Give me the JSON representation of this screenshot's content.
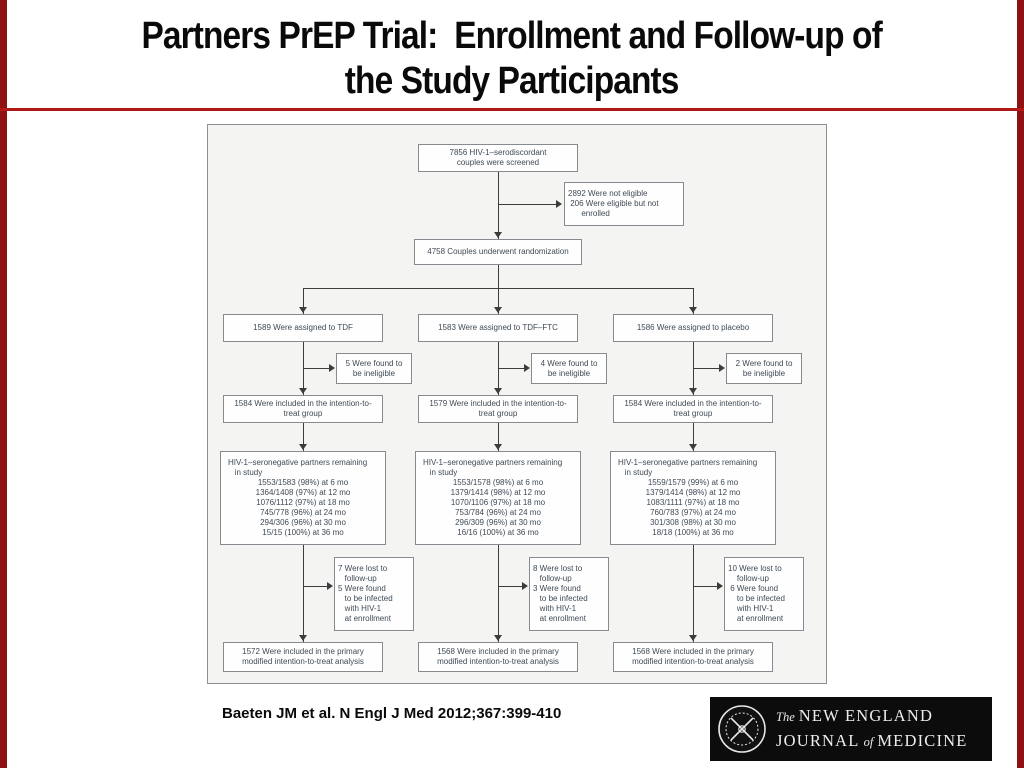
{
  "slide": {
    "title_line1": "Partners PrEP Trial:  Enrollment and Follow-up of",
    "title_line2": "the Study Participants",
    "citation": "Baeten JM et al. N Engl J Med 2012;367:399-410",
    "accent_rule_color": "#b11818",
    "side_rail_color": "#8e1212"
  },
  "logo": {
    "prefix": "The",
    "line1": "NEW ENGLAND",
    "line2_a": "JOURNAL",
    "line2_of": "of",
    "line2_b": "MEDICINE"
  },
  "flow": {
    "screened": [
      "7856 HIV-1–serodiscordant",
      "couples were screened"
    ],
    "not_eligible": [
      "2892 Were not eligible",
      " 206 Were eligible but not",
      "      enrolled"
    ],
    "randomized": "4758 Couples underwent randomization",
    "arms": [
      {
        "assigned": "1589 Were assigned to TDF",
        "ineligible": [
          "5 Were found to",
          "be ineligible"
        ],
        "itt": [
          "1584 Were included in the intention-to-",
          "treat group"
        ],
        "remaining_heading": [
          "HIV-1–seronegative partners remaining",
          "   in study"
        ],
        "remaining": [
          "1553/1583 (98%) at 6 mo",
          "1364/1408 (97%) at 12 mo",
          "1076/1112 (97%) at 18 mo",
          "745/778 (96%) at 24 mo",
          "294/306 (96%) at 30 mo",
          "15/15 (100%) at 36 mo"
        ],
        "lost": [
          "7 Were lost to",
          "   follow-up",
          "5 Were found",
          "   to be infected",
          "   with HIV-1",
          "   at enrollment"
        ],
        "final": [
          "1572 Were included in the primary",
          "modified intention-to-treat analysis"
        ]
      },
      {
        "assigned": "1583 Were assigned to TDF–FTC",
        "ineligible": [
          "4 Were found to",
          "be ineligible"
        ],
        "itt": [
          "1579 Were included in the intention-to-",
          "treat group"
        ],
        "remaining_heading": [
          "HIV-1–seronegative partners remaining",
          "   in study"
        ],
        "remaining": [
          "1553/1578 (98%) at 6 mo",
          "1379/1414 (98%) at 12 mo",
          "1070/1106 (97%) at 18 mo",
          "753/784 (96%) at 24 mo",
          "296/309 (96%) at 30 mo",
          "16/16 (100%) at 36 mo"
        ],
        "lost": [
          "8 Were lost to",
          "   follow-up",
          "3 Were found",
          "   to be infected",
          "   with HIV-1",
          "   at enrollment"
        ],
        "final": [
          "1568 Were included in the primary",
          "modified intention-to-treat analysis"
        ]
      },
      {
        "assigned": "1586 Were assigned to placebo",
        "ineligible": [
          "2 Were found to",
          "be ineligible"
        ],
        "itt": [
          "1584 Were included in the intention-to-",
          "treat group"
        ],
        "remaining_heading": [
          "HIV-1–seronegative partners remaining",
          "   in study"
        ],
        "remaining": [
          "1559/1579 (99%) at 6 mo",
          "1379/1414 (98%) at 12 mo",
          "1083/1111 (97%) at 18 mo",
          "760/783 (97%) at 24 mo",
          "301/308 (98%) at 30 mo",
          "18/18 (100%) at 36 mo"
        ],
        "lost": [
          "10 Were lost to",
          "    follow-up",
          " 6 Were found",
          "    to be infected",
          "    with HIV-1",
          "    at enrollment"
        ],
        "final": [
          "1568 Were included in the primary",
          "modified intention-to-treat analysis"
        ]
      }
    ]
  }
}
